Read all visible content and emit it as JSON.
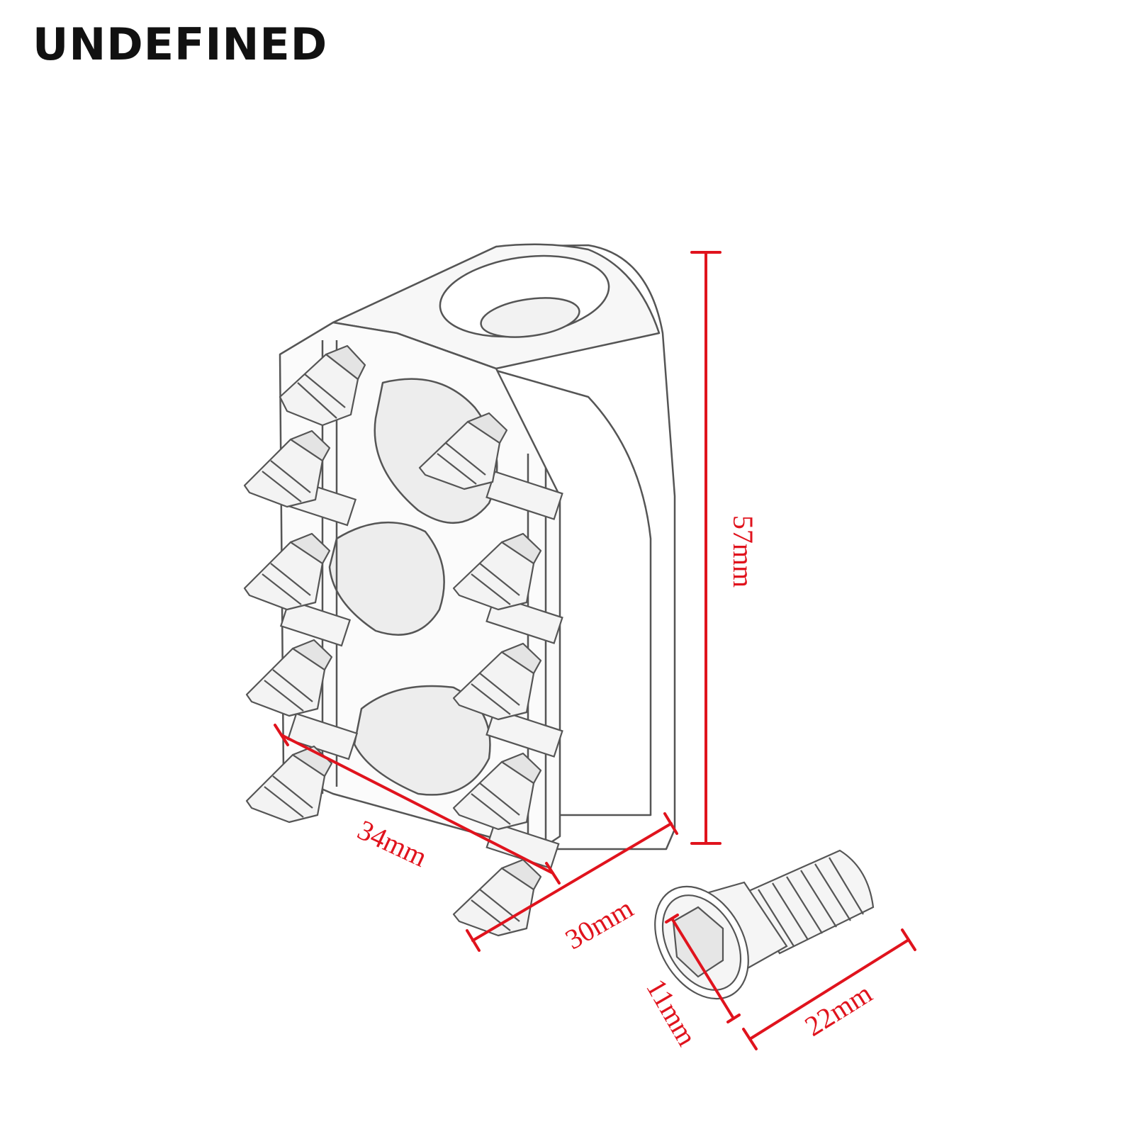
{
  "brand": {
    "name": "UNDEFINED"
  },
  "colors": {
    "dimension": "#e0131d",
    "outline": "#555555",
    "text": "#111111"
  },
  "dimensions": {
    "height": "57mm",
    "length": "34mm",
    "width": "30mm",
    "bolt_diameter": "11mm",
    "bolt_length": "22mm"
  }
}
